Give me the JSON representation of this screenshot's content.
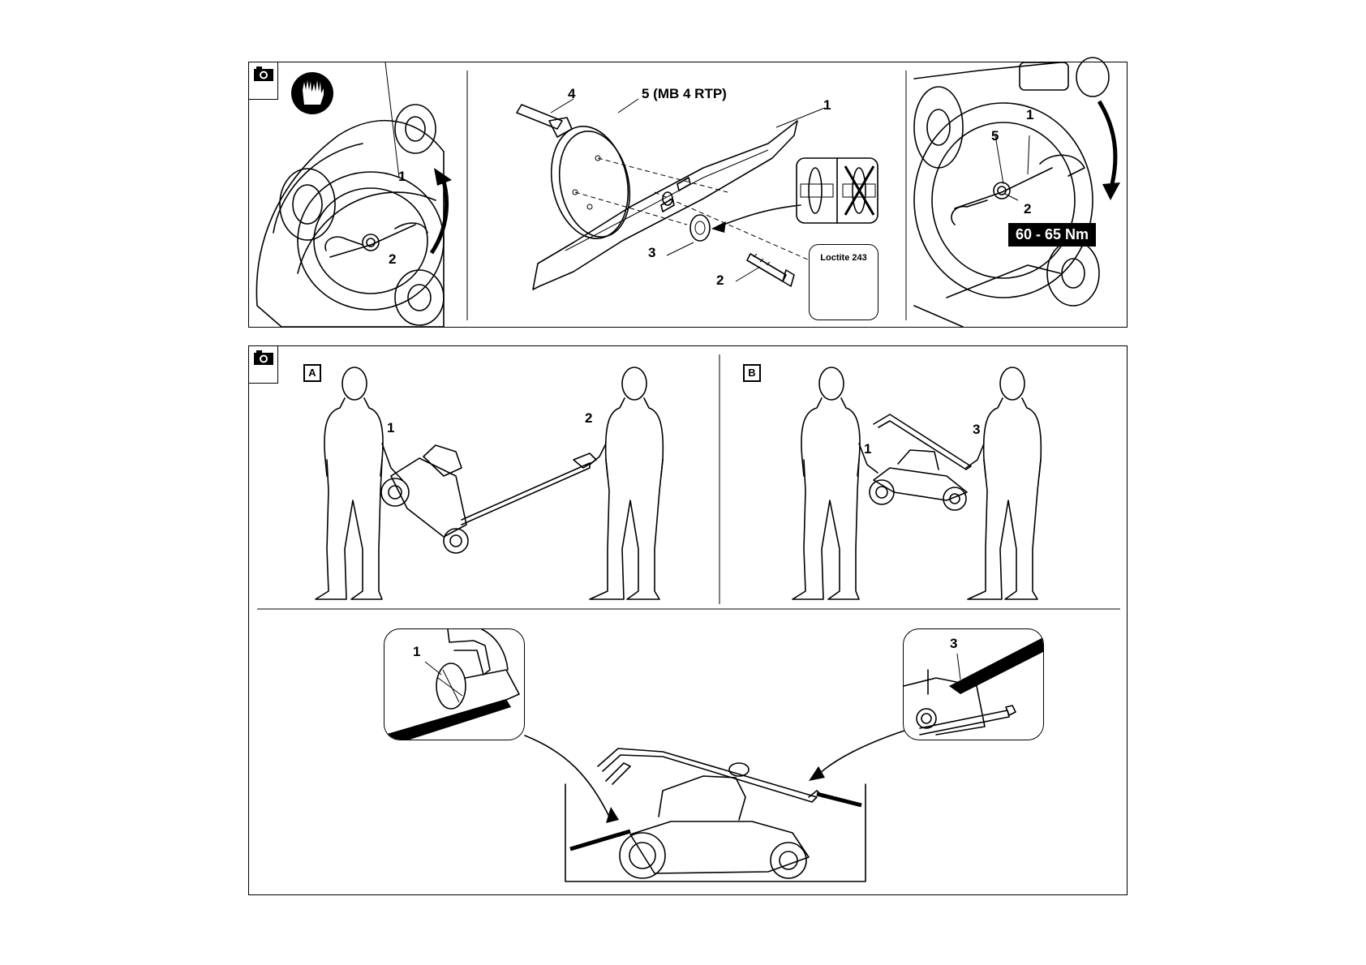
{
  "top_panel": {
    "left": {
      "labels": [
        "1",
        "2"
      ],
      "gloves_icon": "gloves-icon",
      "camera_icon": "camera-icon"
    },
    "middle": {
      "labels": [
        "4",
        "5 (MB 4 RTP)",
        "1",
        "3",
        "2"
      ],
      "loctite": "Loctite 243"
    },
    "right": {
      "labels": [
        "1",
        "5",
        "2"
      ],
      "torque": "60 - 65 Nm"
    }
  },
  "bottom_panel": {
    "camera_icon": "camera-icon",
    "scene_a": {
      "letter": "A",
      "labels": [
        "1",
        "2"
      ]
    },
    "scene_b": {
      "letter": "B",
      "labels": [
        "1",
        "3"
      ]
    },
    "inset_left": {
      "label": "1"
    },
    "inset_right": {
      "label": "3"
    }
  }
}
